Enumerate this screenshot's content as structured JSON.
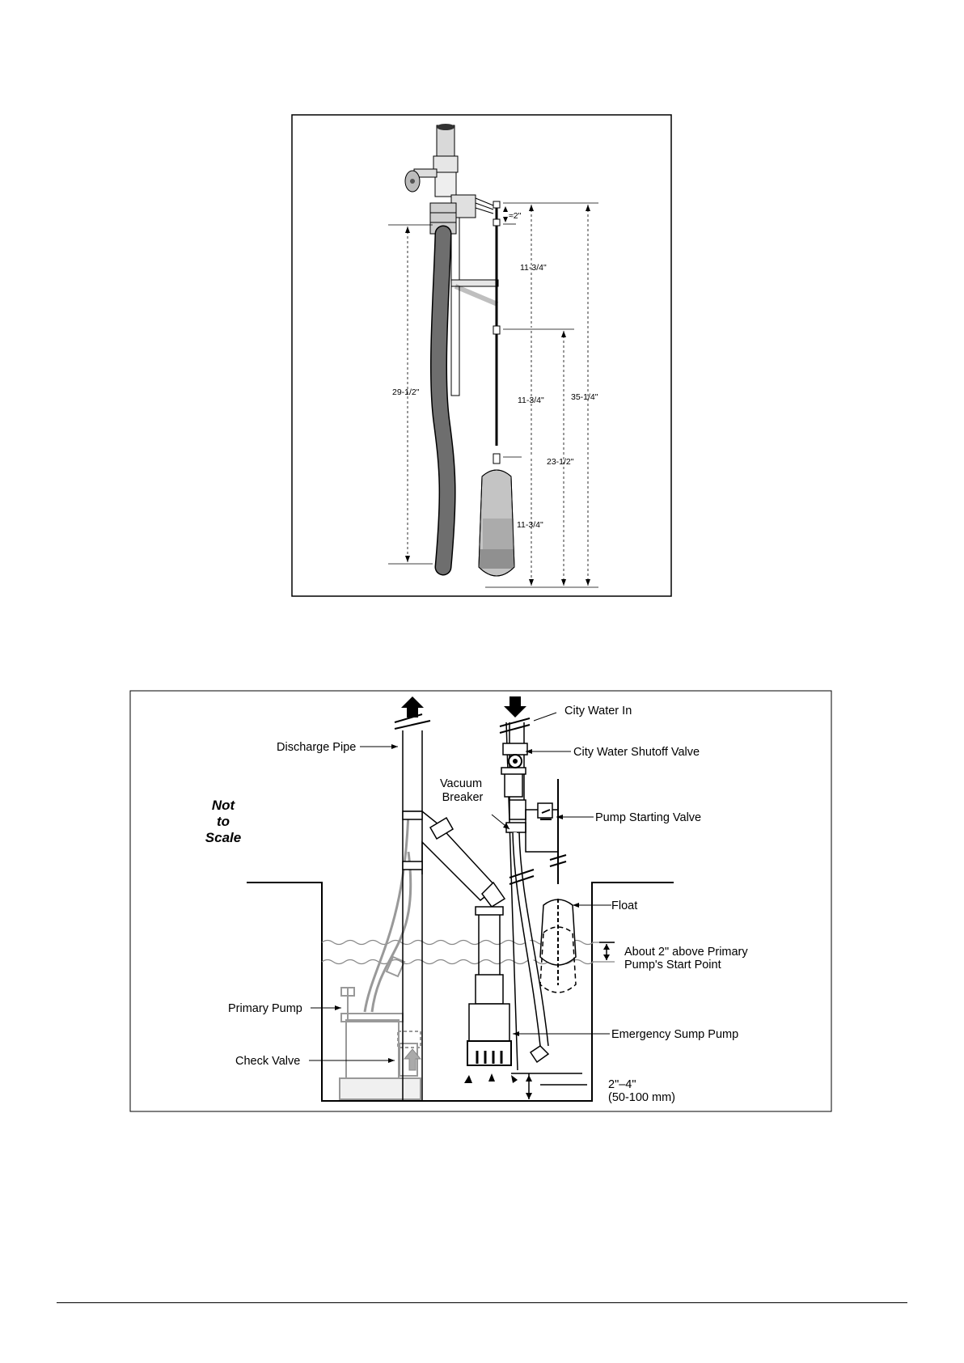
{
  "figure1": {
    "dimensions": {
      "gap_top": "≈2\"",
      "seg_upper": "11-3/4\"",
      "seg_middle": "11-3/4\"",
      "seg_float": "11-3/4\"",
      "hose_length": "29-1/2\"",
      "rod_lower": "23-1/2\"",
      "overall": "35-1/4\""
    }
  },
  "figure2": {
    "not_to_scale": [
      "Not",
      "to",
      "Scale"
    ],
    "labels": {
      "discharge_pipe": "Discharge Pipe",
      "city_water_in": "City Water In",
      "shutoff_valve": "City Water Shutoff Valve",
      "vacuum_breaker_1": "Vacuum",
      "vacuum_breaker_2": "Breaker",
      "pump_starting_valve": "Pump Starting Valve",
      "float": "Float",
      "about_above_1": "About 2\" above Primary",
      "about_above_2": "Pump's Start Point",
      "primary_pump": "Primary Pump",
      "emergency_pump": "Emergency Sump Pump",
      "check_valve": "Check Valve",
      "clearance_1": "2\"–4\"",
      "clearance_2": "(50-100 mm)"
    }
  }
}
